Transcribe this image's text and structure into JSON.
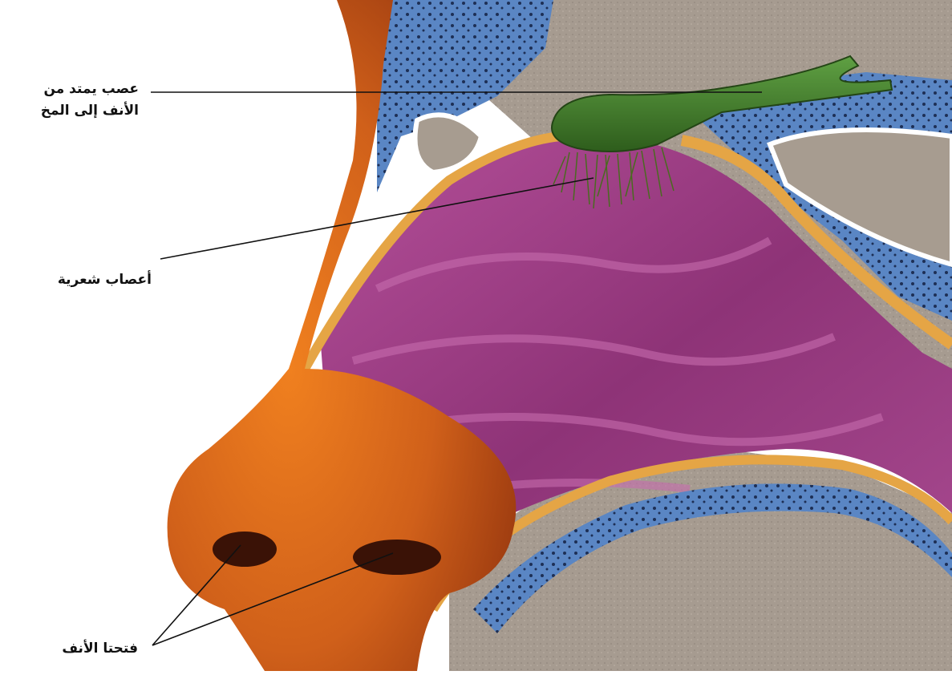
{
  "labels": {
    "nerve_to_brain_line1": "عصب يمتد من",
    "nerve_to_brain_line2": "الأنف إلى المخ",
    "hair_nerves": "أعصاب شعرية",
    "nostrils": "فتحتا الأنف"
  },
  "colors": {
    "skin": "#d2691e",
    "skin_dark": "#a9440f",
    "mucosa": "#9b3a7f",
    "mucosa_light": "#c060a0",
    "bone": "#5a86c4",
    "cartilage": "#e5a545",
    "nerve": "#3f7a2a",
    "background_tissue": "#a49a8e"
  }
}
